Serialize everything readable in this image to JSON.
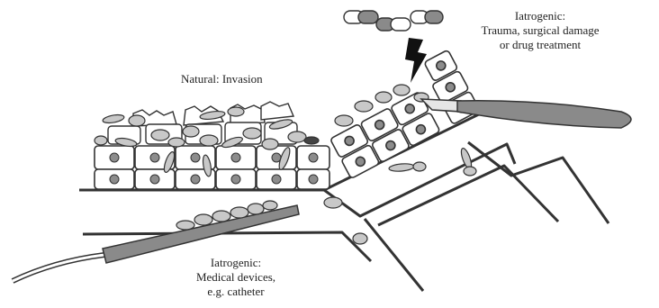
{
  "labels": {
    "natural": "Natural: Invasion",
    "iatrogenic_top": {
      "line1": "Iatrogenic:",
      "line2": "Trauma, surgical damage",
      "line3": "or drug treatment"
    },
    "iatrogenic_bottom": {
      "line1": "Iatrogenic:",
      "line2": "Medical devices,",
      "line3": "e.g. catheter"
    }
  },
  "icons": {
    "pills": "capsule-pill-icon",
    "lightning": "lightning-bolt-icon",
    "scalpel": "scalpel-icon",
    "catheter": "catheter-icon"
  },
  "colors": {
    "line": "#333333",
    "cell_fill": "#ffffff",
    "nucleus": "#8c8c8c",
    "bacteria": "#c8c8c8",
    "device": "#8a8a8a",
    "bolt": "#111111"
  }
}
